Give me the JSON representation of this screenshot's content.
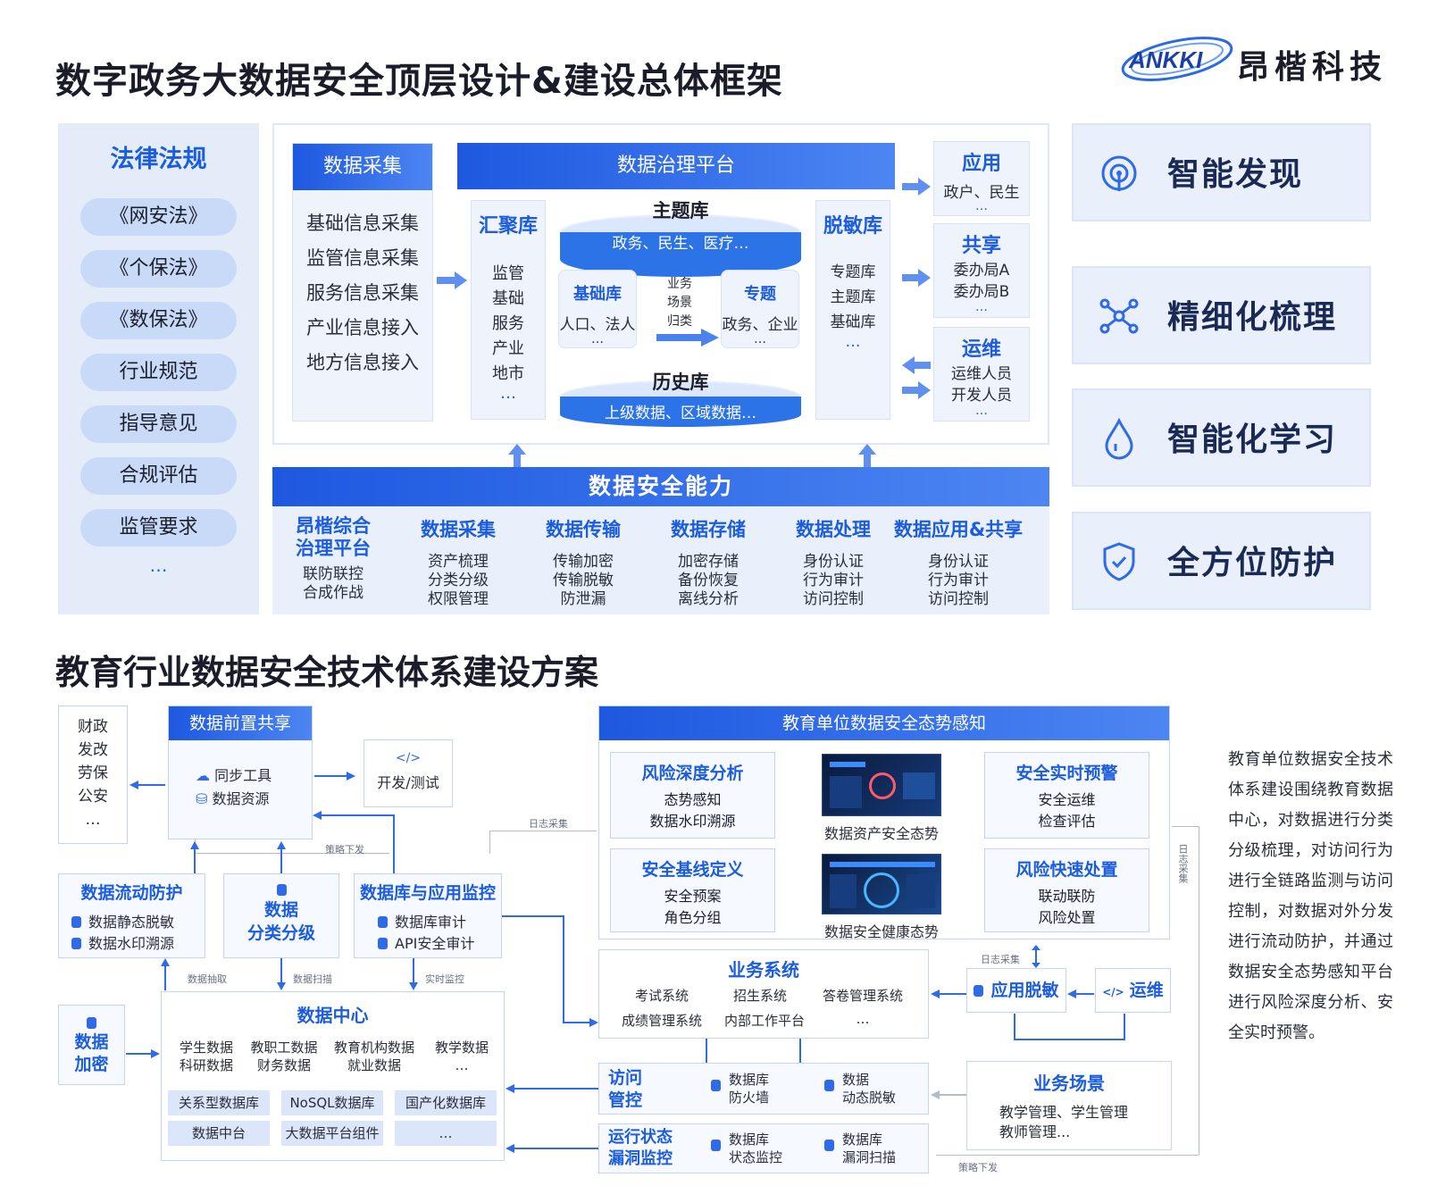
{
  "title_top": "数字政务大数据安全顶层设计&建设总体框架",
  "logo": {
    "mark": "ANKKI",
    "name": "昂楷科技"
  },
  "laws": {
    "title": "法律法规",
    "items": [
      "《网安法》",
      "《个保法》",
      "《数保法》",
      "行业规范",
      "指导意见",
      "合规评估",
      "监管要求"
    ],
    "more": "…"
  },
  "framework": {
    "collect": {
      "title": "数据采集",
      "items": [
        "基础信息采集",
        "监管信息采集",
        "服务信息采集",
        "产业信息接入",
        "地方信息接入"
      ]
    },
    "governance_title": "数据治理平台",
    "gather": {
      "title": "汇聚库",
      "items": [
        "监管",
        "基础",
        "服务",
        "产业",
        "地市"
      ],
      "more": "…"
    },
    "theme_lib": {
      "title": "主题库",
      "sub": "政务、民生、医疗…"
    },
    "basic_lib": {
      "title": "基础库",
      "sub": "人口、法人",
      "more": "…"
    },
    "topic_lib": {
      "title": "专题",
      "sub": "政务、企业",
      "more": "…"
    },
    "biz_note": [
      "业务",
      "场景",
      "归类"
    ],
    "history_lib": {
      "title": "历史库",
      "sub": "上级数据、区域数据…"
    },
    "desens": {
      "title": "脱敏库",
      "items": [
        "专题库",
        "主题库",
        "基础库"
      ],
      "more": "…"
    },
    "apply": {
      "title": "应用",
      "sub": "政户、民生",
      "more": "…"
    },
    "share": {
      "title": "共享",
      "items": [
        "委办局A",
        "委办局B"
      ],
      "more": "…"
    },
    "ops": {
      "title": "运维",
      "items": [
        "运维人员",
        "开发人员"
      ],
      "more": "…"
    }
  },
  "capability": {
    "title": "数据安全能力",
    "cols": [
      {
        "title1": "昂楷综合",
        "title2": "治理平台",
        "items": [
          "联防联控",
          "合成作战"
        ]
      },
      {
        "title1": "数据采集",
        "title2": "",
        "items": [
          "资产梳理",
          "分类分级",
          "权限管理"
        ]
      },
      {
        "title1": "数据传输",
        "title2": "",
        "items": [
          "传输加密",
          "传输脱敏",
          "防泄漏"
        ]
      },
      {
        "title1": "数据存储",
        "title2": "",
        "items": [
          "加密存储",
          "备份恢复",
          "离线分析"
        ]
      },
      {
        "title1": "数据处理",
        "title2": "",
        "items": [
          "身份认证",
          "行为审计",
          "访问控制"
        ]
      },
      {
        "title1": "数据应用&共享",
        "title2": "",
        "items": [
          "身份认证",
          "行为审计",
          "访问控制"
        ]
      }
    ]
  },
  "features": [
    "智能发现",
    "精细化梳理",
    "智能化学习",
    "全方位防护"
  ],
  "edu": {
    "title": "教育行业数据安全技术体系建设方案",
    "depts": [
      "财政",
      "发改",
      "劳保",
      "公安",
      "…"
    ],
    "front_share": {
      "title": "数据前置共享",
      "items": [
        "同步工具",
        "数据资源"
      ]
    },
    "devtest": "开发/测试",
    "labels": {
      "log_collect": "日志采集",
      "policy_issue": "策略下发",
      "data_extract": "数据抽取",
      "data_scan": "数据扫描",
      "realtime_monitor": "实时监控",
      "log_collect_v": "日志采集"
    },
    "flow_protect": {
      "title": "数据流动防护",
      "items": [
        "数据静态脱敏",
        "数据水印溯源"
      ]
    },
    "classify": {
      "title1": "数据",
      "title2": "分类分级"
    },
    "db_monitor": {
      "title": "数据库与应用监控",
      "items": [
        "数据库审计",
        "API安全审计"
      ]
    },
    "encrypt": {
      "title1": "数据",
      "title2": "加密"
    },
    "data_center": {
      "title": "数据中心",
      "cols": [
        [
          "学生数据",
          "科研数据"
        ],
        [
          "教职工数据",
          "财务数据"
        ],
        [
          "教育机构数据",
          "就业数据"
        ],
        [
          "教学数据",
          "…"
        ]
      ],
      "chips": [
        "关系型数据库",
        "NoSQL数据库",
        "国产化数据库",
        "数据中台",
        "大数据平台组件",
        "…"
      ]
    },
    "awareness": {
      "title": "教育单位数据安全态势感知",
      "risk_analysis": {
        "title": "风险深度分析",
        "items": [
          "态势感知",
          "数据水印溯源"
        ]
      },
      "baseline": {
        "title": "安全基线定义",
        "items": [
          "安全预案",
          "角色分组"
        ]
      },
      "warning": {
        "title": "安全实时预警",
        "items": [
          "安全运维",
          "检查评估"
        ]
      },
      "disposal": {
        "title": "风险快速处置",
        "items": [
          "联动联防",
          "风险处置"
        ]
      },
      "screen1": "数据资产安全态势",
      "screen2": "数据安全健康态势"
    },
    "biz_system": {
      "title": "业务系统",
      "row1": [
        "考试系统",
        "招生系统",
        "答卷管理系统"
      ],
      "row2": [
        "成绩管理系统",
        "内部工作平台",
        "…"
      ]
    },
    "app_desens": "应用脱敏",
    "ops": "运维",
    "access": {
      "title1": "访问",
      "title2": "管控",
      "a": [
        "数据库",
        "防火墙"
      ],
      "b": [
        "数据",
        "动态脱敏"
      ]
    },
    "runtime": {
      "title1": "运行状态",
      "title2": "漏洞监控",
      "a": [
        "数据库",
        "状态监控"
      ],
      "b": [
        "数据库",
        "漏洞扫描"
      ]
    },
    "biz_scene": {
      "title": "业务场景",
      "items": [
        "教学管理、学生管理",
        "教师管理..."
      ]
    },
    "policy_issue2": "策略下发",
    "description": "教育单位数据安全技术体系建设围绕教育数据中心，对数据进行分类分级梳理，对访问行为进行全链路监测与访问控制，对数据对外分发进行流动防护，并通过数据安全态势感知平台进行风险深度分析、安全实时预警。"
  },
  "colors": {
    "primary": "#1c5dde",
    "light": "#e4ecfa"
  }
}
